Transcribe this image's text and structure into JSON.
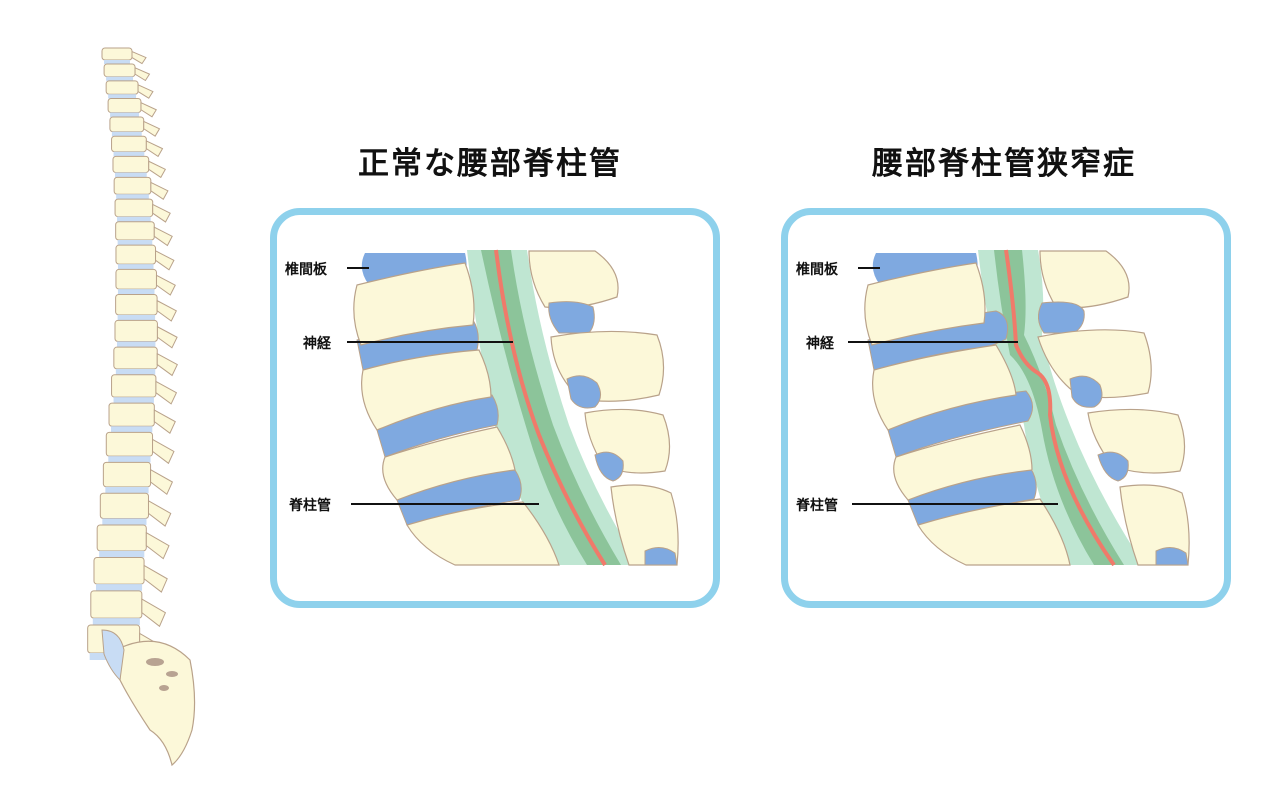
{
  "titles": {
    "normal": "正常な腰部脊柱管",
    "stenosis": "腰部脊柱管狭窄症"
  },
  "labels": {
    "disc": "椎間板",
    "nerve": "神経",
    "canal": "脊柱管"
  },
  "colors": {
    "bone": "#fcf8d9",
    "bone_outline": "#b9a28a",
    "disc": "#7fa9e0",
    "canal": "#bfe6d2",
    "canal_dark": "#8cc49a",
    "nerve": "#f07a6a",
    "frame": "#8ed1ec"
  }
}
